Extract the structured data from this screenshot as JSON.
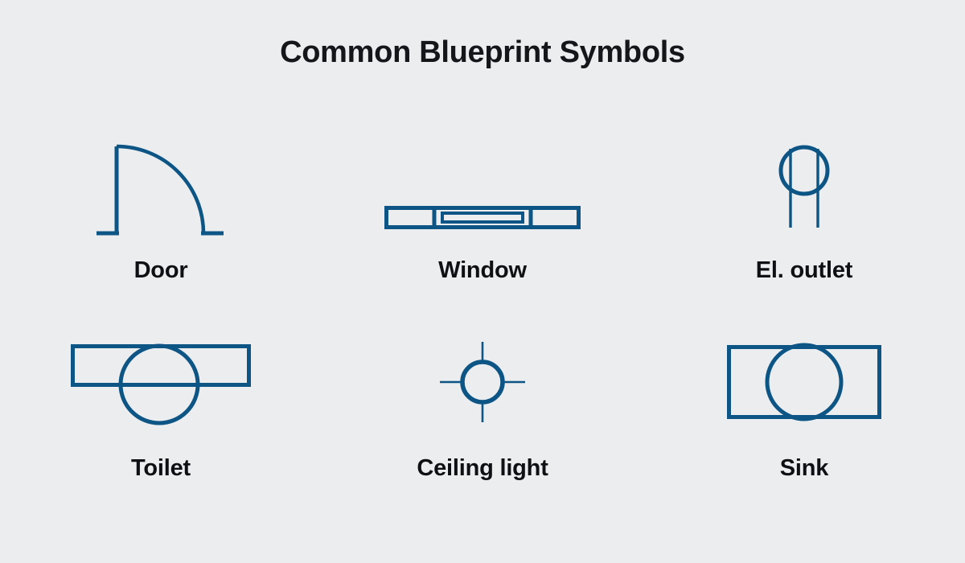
{
  "title": "Common Blueprint Symbols",
  "colors": {
    "background": "#ebedef",
    "symbol_stroke": "#0d5585",
    "title_text": "#14161a",
    "label_text": "#0e1013"
  },
  "symbols": [
    {
      "id": "door",
      "label": "Door",
      "icon_name": "door-symbol-icon",
      "description": "Vertical door panel with quarter-circle swing arc and wall stubs"
    },
    {
      "id": "window",
      "label": "Window",
      "icon_name": "window-symbol-icon",
      "description": "Long horizontal frame rectangle with two mullion dividers and glazing bar"
    },
    {
      "id": "el-outlet",
      "label": "El. outlet",
      "icon_name": "electrical-outlet-symbol-icon",
      "description": "Circle with two vertical prong lines extending downward"
    },
    {
      "id": "toilet",
      "label": "Toilet",
      "icon_name": "toilet-symbol-icon",
      "description": "Tank rectangle with overlapping bowl circle"
    },
    {
      "id": "ceiling-light",
      "label": "Ceiling light",
      "icon_name": "ceiling-light-symbol-icon",
      "description": "Circle with thin crosshair lines radiating in four directions"
    },
    {
      "id": "sink",
      "label": "Sink",
      "icon_name": "sink-symbol-icon",
      "description": "Counter rectangle with centered basin circle"
    }
  ]
}
